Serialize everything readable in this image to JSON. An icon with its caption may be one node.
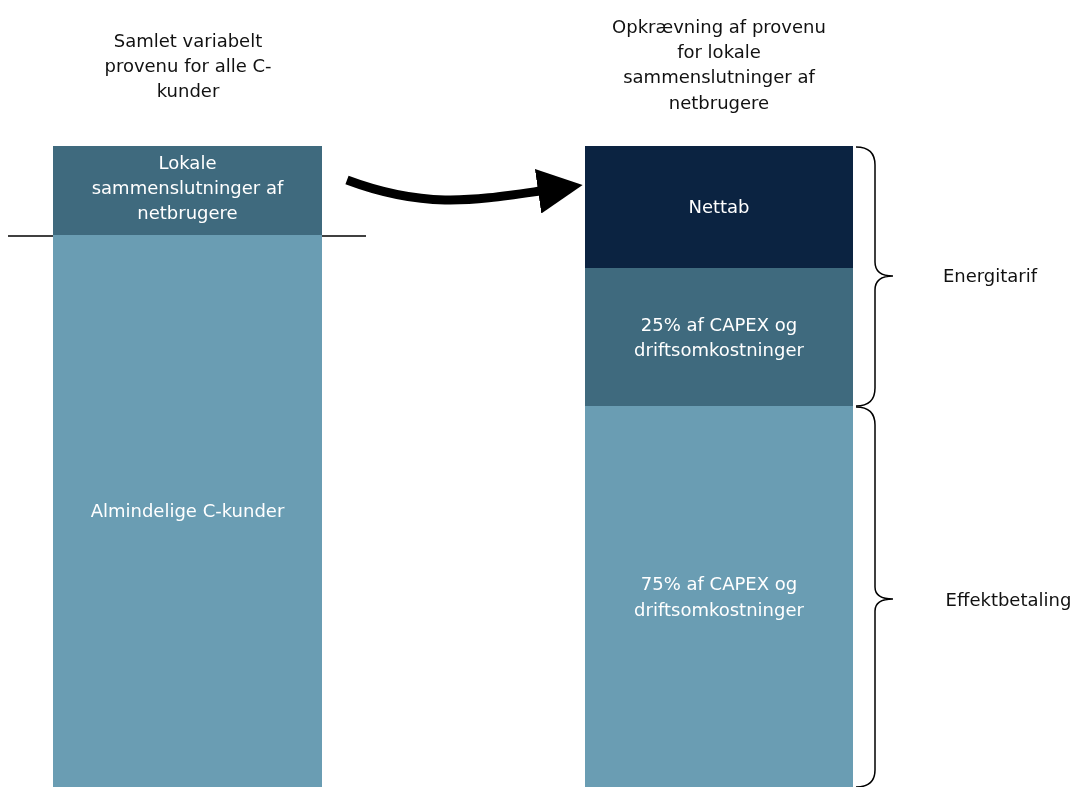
{
  "diagram": {
    "nodes": [
      {
        "text": [
          "Lokale sammenslutninger af netbrugere"
        ]
      },
      {
        "text": [
          "Almindelige C-kunder"
        ]
      },
      {
        "text": [
          "Nettab"
        ]
      },
      {
        "text": [
          "25% af CAPEX og driftsomkostninger"
        ]
      },
      {
        "text": [
          "75% af CAPEX og driftsomkostninger"
        ]
      }
    ],
    "edges": [
      {
        "from": 0,
        "to": 2,
        "arrow": "to"
      }
    ],
    "labels": [
      "Samlet variabelt provenu for alle C-kunder",
      "Opkrævning af provenu for lokale sammenslutninger af netbrugere",
      "Energitarif",
      "Effektbetaling"
    ]
  }
}
